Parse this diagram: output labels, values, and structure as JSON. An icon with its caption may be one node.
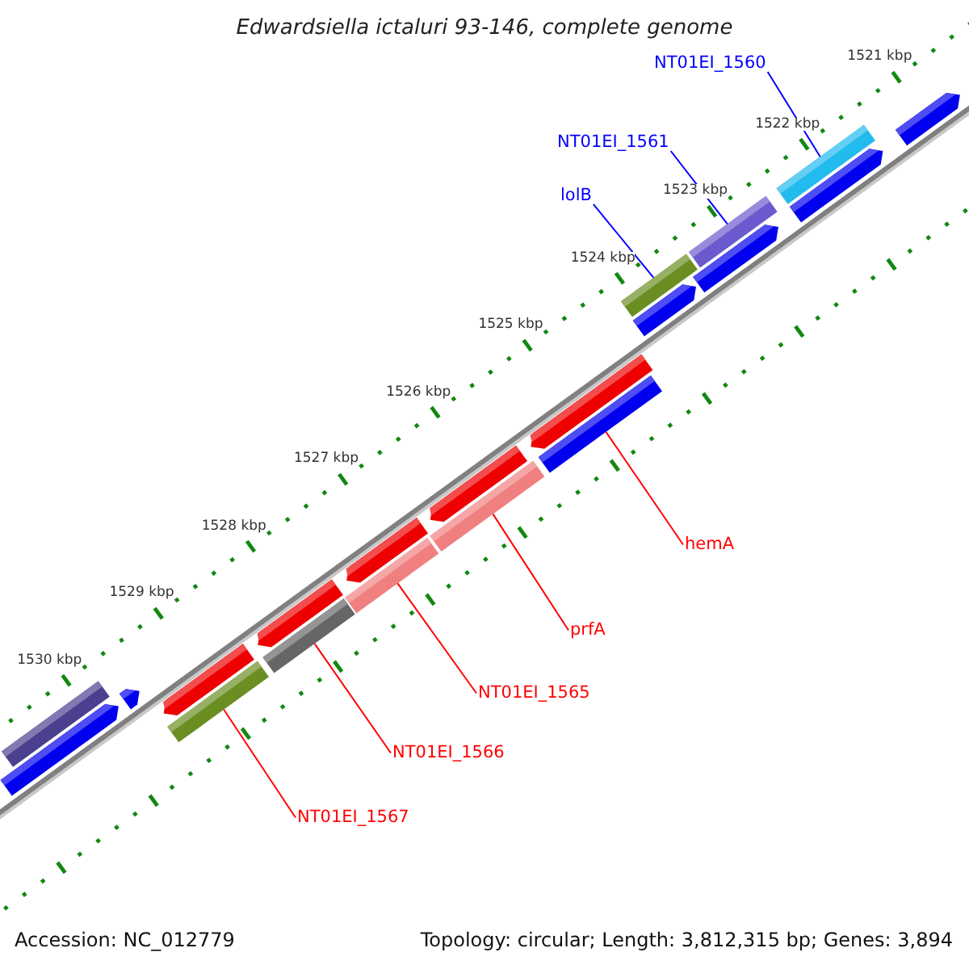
{
  "diagram": {
    "title": "Edwardsiella ictaluri 93-146, complete genome",
    "nodes": [
      {
        "text": [
          "NT01EI_1560"
        ]
      },
      {
        "text": [],
        "shape": "bar"
      },
      {
        "text": [
          "NT01EI_1561"
        ]
      },
      {
        "text": [],
        "shape": "bar"
      },
      {
        "text": [
          "lolB"
        ]
      },
      {
        "text": [],
        "shape": "bar"
      },
      {
        "text": [
          "hemA"
        ]
      },
      {
        "text": [],
        "shape": "bar"
      },
      {
        "text": [
          "prfA"
        ]
      },
      {
        "text": [],
        "shape": "bar"
      },
      {
        "text": [
          "NT01EI_1565"
        ]
      },
      {
        "text": [],
        "shape": "bar"
      },
      {
        "text": [
          "NT01EI_1566"
        ]
      },
      {
        "text": [],
        "shape": "bar"
      },
      {
        "text": [
          "NT01EI_1567"
        ]
      },
      {
        "text": [],
        "shape": "bar"
      },
      {
        "text": [],
        "shape": "bar"
      },
      {
        "text": [],
        "shape": "arrow"
      },
      {
        "text": [],
        "shape": "arrow"
      },
      {
        "text": [],
        "shape": "arrow"
      },
      {
        "text": [],
        "shape": "arrow"
      },
      {
        "text": [],
        "shape": "arrow"
      },
      {
        "text": [],
        "shape": "arrow"
      },
      {
        "text": [],
        "shape": "arrow"
      },
      {
        "text": [],
        "shape": "arrow"
      },
      {
        "text": [],
        "shape": "arrow"
      },
      {
        "text": [],
        "shape": "arrow"
      },
      {
        "text": [],
        "shape": "arrow"
      }
    ],
    "edges": [
      {
        "from": 0,
        "to": 1,
        "arrow": "none",
        "color": "#0000ff"
      },
      {
        "from": 2,
        "to": 3,
        "arrow": "none",
        "color": "#0000ff"
      },
      {
        "from": 4,
        "to": 5,
        "arrow": "none",
        "color": "#0000ff"
      },
      {
        "from": 6,
        "to": 7,
        "arrow": "none"
      },
      {
        "from": 8,
        "to": 9,
        "arrow": "none"
      },
      {
        "from": 10,
        "to": 11,
        "arrow": "none"
      },
      {
        "from": 12,
        "to": 13,
        "arrow": "none"
      },
      {
        "from": 14,
        "to": 15,
        "arrow": "none"
      }
    ],
    "labels": [
      "1521 kbp",
      "1522 kbp",
      "1523 kbp",
      "1524 kbp",
      "1525 kbp",
      "1526 kbp",
      "1527 kbp",
      "1528 kbp",
      "1529 kbp",
      "1530 kbp",
      "Accession: NC_012779",
      "Topology: circular; Length: 3,812,315 bp; Genes: 3,894"
    ]
  }
}
